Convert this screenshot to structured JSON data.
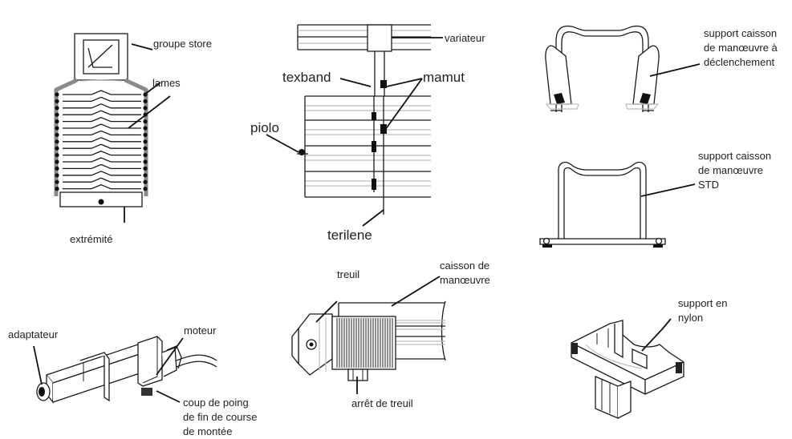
{
  "labels": {
    "groupe_store": "groupe store",
    "lames": "lames",
    "extremite": "extrémité",
    "variateur": "variateur",
    "texband": "texband",
    "mamut": "mamut",
    "piolo": "piolo",
    "terilene": "terilene",
    "support_declenchement": [
      "support caisson",
      "de manœuvre à",
      "déclenchement"
    ],
    "support_std": [
      "support caisson",
      "de manœuvre",
      "STD"
    ],
    "treuil": "treuil",
    "caisson_manoeuvre": [
      "caisson de",
      "manœuvre"
    ],
    "arret_treuil": "arrêt de treuil",
    "adaptateur": "adaptateur",
    "moteur": "moteur",
    "coup_de_poing": [
      "coup de poing",
      "de fin de course",
      "de montée"
    ],
    "support_nylon": [
      "support en",
      "nylon"
    ]
  }
}
